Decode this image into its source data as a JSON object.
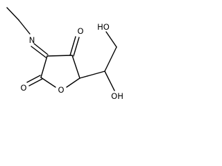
{
  "structure": {
    "atoms": {
      "imine_nitrogen": "N",
      "ketone_oxygen": "O",
      "lactone_carbonyl_oxygen": "O",
      "ring_oxygen": "O",
      "hydroxyl_upper": "HO",
      "hydroxyl_lower": "OH"
    }
  },
  "colors": {
    "bonds": "#000000",
    "labels": "#000000",
    "background": "#ffffff"
  }
}
